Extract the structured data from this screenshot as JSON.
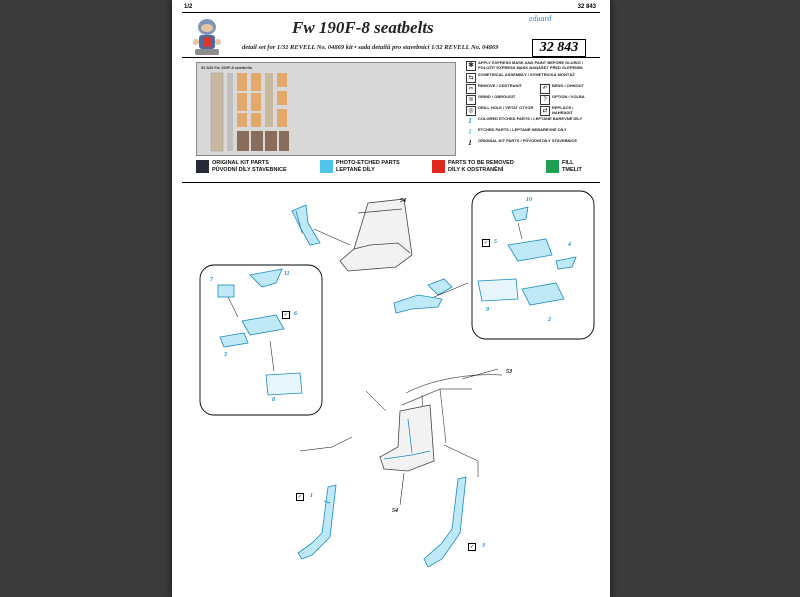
{
  "page": {
    "page_number": "1/2",
    "code_top": "32 843",
    "brand": "eduard",
    "title": "Fw 190F-8 seatbelts",
    "subtitle": "detail set for 1/32  REVELL  No. 04869 kit • sada detailů pro stavebnici 1/32  REVELL  No. 04869",
    "catalog_number": "32 843"
  },
  "fret": {
    "label": "32 843 Fw 190F-8 seatbelts"
  },
  "legend": [
    {
      "icon": "star-icon",
      "text": "APPLY EXPRESS MASK AND PAINT BEFORE GLUING / POLOŽIT EXPRESS MASK NANÁŠET PŘED SLEPENÍM"
    },
    {
      "icon": "mirror-icon",
      "text": "SYMETRICAL ASSEMBLY / SYMETRICKÁ MONTÁŽ"
    },
    {
      "icon": "remove-icon",
      "text": "REMOVE / ODSTRANIT",
      "icon2": "bend-icon",
      "text2": "BEND / OHNOUT"
    },
    {
      "icon": "grind-icon",
      "text": "GRIND / OBROUSIT",
      "icon2": "option-icon",
      "text2": "OPTION / VOLBA"
    },
    {
      "icon": "drill-icon",
      "text": "DRILL HOLE / VRTAT OTVOR",
      "icon2": "replace-icon",
      "text2": "REPLACE / NAHRADIT"
    },
    {
      "icon": "colored-part-icon",
      "text": "COLORED ETCHED PARTS / LEPTANÉ BAREVNÉ DÍLY"
    },
    {
      "icon": "etched-part-icon",
      "text": "ETCHED PARTS / LEPTANÉ NEBAREVNÉ DÍLY"
    },
    {
      "icon": "kit-part-icon",
      "text": "ORIGINAL KIT PARTS / PŮVODNÍ DÍLY STAVEBNICE"
    }
  ],
  "colors": {
    "original": "#262a36",
    "etched": "#4fc3e8",
    "remove": "#e02a1f",
    "fill": "#21a054",
    "part_blue": "#1a8bc2",
    "part_fill": "#bfe9f7"
  },
  "color_legend": [
    {
      "label1": "ORIGINAL KIT PARTS",
      "label2": "PŮVODNÍ DÍLY STAVEBNICE"
    },
    {
      "label1": "PHOTO-ETCHED PARTS",
      "label2": "LEPTANÉ DÍLY"
    },
    {
      "label1": "PARTS TO BE REMOVED",
      "label2": "DÍLY K ODSTRANĚNÍ"
    },
    {
      "label1": "FILL",
      "label2": "TMELIT"
    }
  ],
  "callouts": {
    "seat_top": "54",
    "seat_bottom": "54",
    "fuselage": "53"
  },
  "parts": {
    "left_box": [
      "7",
      "11",
      "6",
      "3",
      "8"
    ],
    "right_box": [
      "10",
      "5",
      "4",
      "9",
      "2"
    ],
    "lower": [
      "1",
      "3"
    ]
  }
}
